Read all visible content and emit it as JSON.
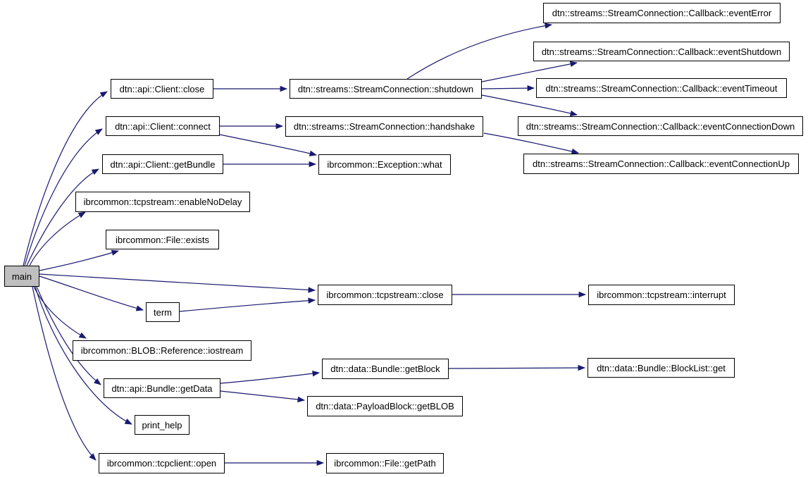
{
  "diagram_type": "call-graph",
  "colors": {
    "edge": "#191970",
    "node_border": "#000000",
    "node_fill": "#ffffff",
    "root_fill": "#bfbfbf",
    "text": "#000000",
    "background": "#ffffff"
  },
  "nodes": [
    {
      "id": "main",
      "label": "main"
    },
    {
      "id": "client_close",
      "label": "dtn::api::Client::close"
    },
    {
      "id": "client_connect",
      "label": "dtn::api::Client::connect"
    },
    {
      "id": "client_getbundle",
      "label": "dtn::api::Client::getBundle"
    },
    {
      "id": "tcpstream_enablenodelay",
      "label": "ibrcommon::tcpstream::enableNoDelay"
    },
    {
      "id": "file_exists",
      "label": "ibrcommon::File::exists"
    },
    {
      "id": "term",
      "label": "term"
    },
    {
      "id": "blob_reference_iostream",
      "label": "ibrcommon::BLOB::Reference::iostream"
    },
    {
      "id": "bundle_getdata",
      "label": "dtn::api::Bundle::getData"
    },
    {
      "id": "print_help",
      "label": "print_help"
    },
    {
      "id": "tcpclient_open",
      "label": "ibrcommon::tcpclient::open"
    },
    {
      "id": "streamconnection_shutdown",
      "label": "dtn::streams::StreamConnection::shutdown"
    },
    {
      "id": "streamconnection_handshake",
      "label": "dtn::streams::StreamConnection::handshake"
    },
    {
      "id": "exception_what",
      "label": "ibrcommon::Exception::what"
    },
    {
      "id": "tcpstream_close",
      "label": "ibrcommon::tcpstream::close"
    },
    {
      "id": "bundle_getblock",
      "label": "dtn::data::Bundle::getBlock"
    },
    {
      "id": "payloadblock_getblob",
      "label": "dtn::data::PayloadBlock::getBLOB"
    },
    {
      "id": "callback_eventerror",
      "label": "dtn::streams::StreamConnection::Callback::eventError"
    },
    {
      "id": "callback_eventshutdown",
      "label": "dtn::streams::StreamConnection::Callback::eventShutdown"
    },
    {
      "id": "callback_eventtimeout",
      "label": "dtn::streams::StreamConnection::Callback::eventTimeout"
    },
    {
      "id": "callback_eventconnectiondown",
      "label": "dtn::streams::StreamConnection::Callback::eventConnectionDown"
    },
    {
      "id": "callback_eventconnectionup",
      "label": "dtn::streams::StreamConnection::Callback::eventConnectionUp"
    },
    {
      "id": "tcpstream_interrupt",
      "label": "ibrcommon::tcpstream::interrupt"
    },
    {
      "id": "blocklist_get",
      "label": "dtn::data::Bundle::BlockList::get"
    },
    {
      "id": "file_getpath",
      "label": "ibrcommon::File::getPath"
    }
  ],
  "edges": [
    {
      "from": "main",
      "to": "client_close"
    },
    {
      "from": "main",
      "to": "client_connect"
    },
    {
      "from": "main",
      "to": "client_getbundle"
    },
    {
      "from": "main",
      "to": "tcpstream_enablenodelay"
    },
    {
      "from": "main",
      "to": "file_exists"
    },
    {
      "from": "main",
      "to": "term"
    },
    {
      "from": "main",
      "to": "tcpstream_close"
    },
    {
      "from": "main",
      "to": "blob_reference_iostream"
    },
    {
      "from": "main",
      "to": "bundle_getdata"
    },
    {
      "from": "main",
      "to": "print_help"
    },
    {
      "from": "main",
      "to": "tcpclient_open"
    },
    {
      "from": "client_close",
      "to": "streamconnection_shutdown"
    },
    {
      "from": "streamconnection_shutdown",
      "to": "callback_eventerror"
    },
    {
      "from": "streamconnection_shutdown",
      "to": "callback_eventshutdown"
    },
    {
      "from": "streamconnection_shutdown",
      "to": "callback_eventtimeout"
    },
    {
      "from": "streamconnection_shutdown",
      "to": "callback_eventconnectiondown"
    },
    {
      "from": "client_connect",
      "to": "streamconnection_handshake"
    },
    {
      "from": "client_connect",
      "to": "exception_what"
    },
    {
      "from": "client_getbundle",
      "to": "exception_what"
    },
    {
      "from": "streamconnection_handshake",
      "to": "callback_eventconnectionup"
    },
    {
      "from": "term",
      "to": "tcpstream_close"
    },
    {
      "from": "tcpstream_close",
      "to": "tcpstream_interrupt"
    },
    {
      "from": "bundle_getdata",
      "to": "bundle_getblock"
    },
    {
      "from": "bundle_getdata",
      "to": "payloadblock_getblob"
    },
    {
      "from": "bundle_getblock",
      "to": "blocklist_get"
    },
    {
      "from": "tcpclient_open",
      "to": "file_getpath"
    }
  ]
}
